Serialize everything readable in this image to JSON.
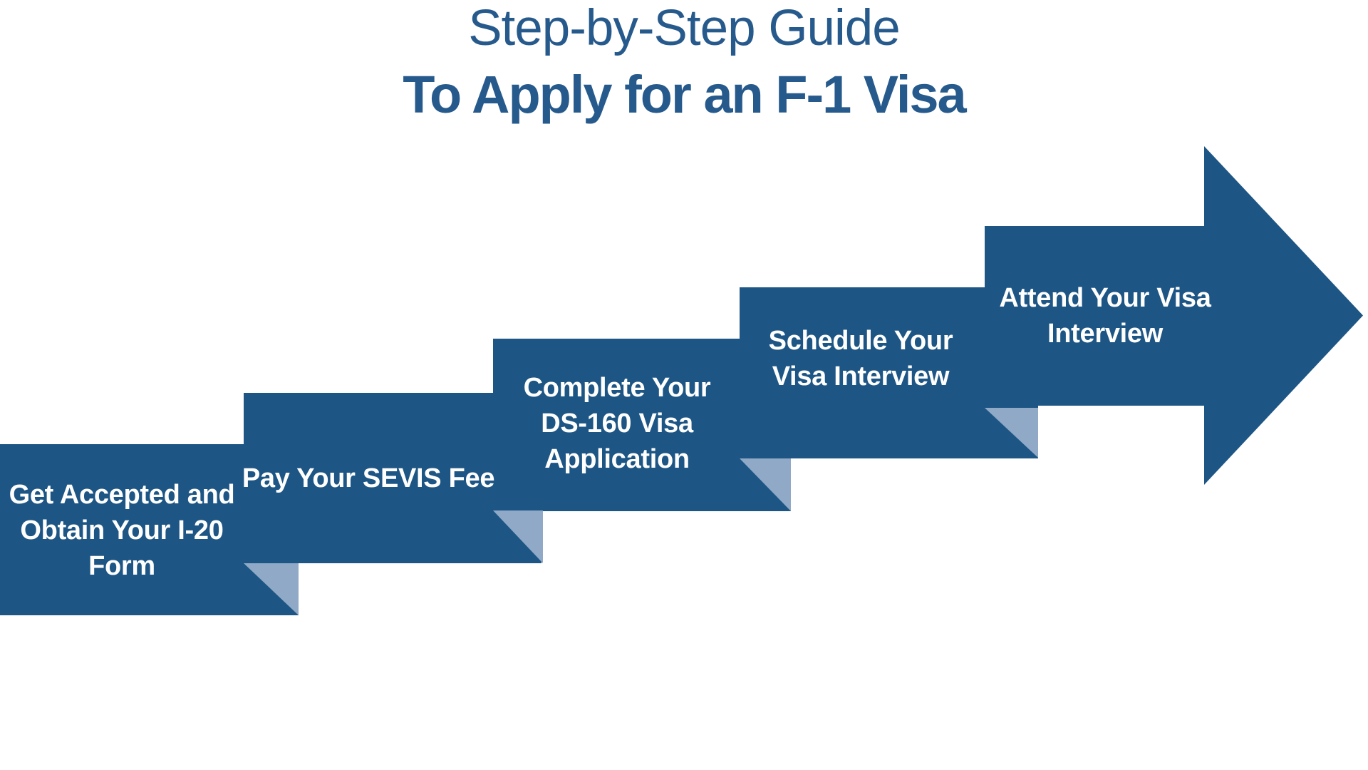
{
  "title": {
    "line1": "Step-by-Step Guide",
    "line2": "To Apply for an F-1 Visa"
  },
  "steps": [
    {
      "label": "Get Accepted and\nObtain Your I-20\nForm"
    },
    {
      "label": "Pay Your SEVIS Fee"
    },
    {
      "label": "Complete Your\nDS-160 Visa\nApplication"
    },
    {
      "label": "Schedule Your\nVisa Interview"
    },
    {
      "label": "Attend Your Visa\nInterview"
    }
  ],
  "colors": {
    "background": "#ffffff",
    "block": "#1d5584",
    "fold": "#8fa9c6",
    "title": "#275a8c",
    "step_text": "#ffffff"
  }
}
